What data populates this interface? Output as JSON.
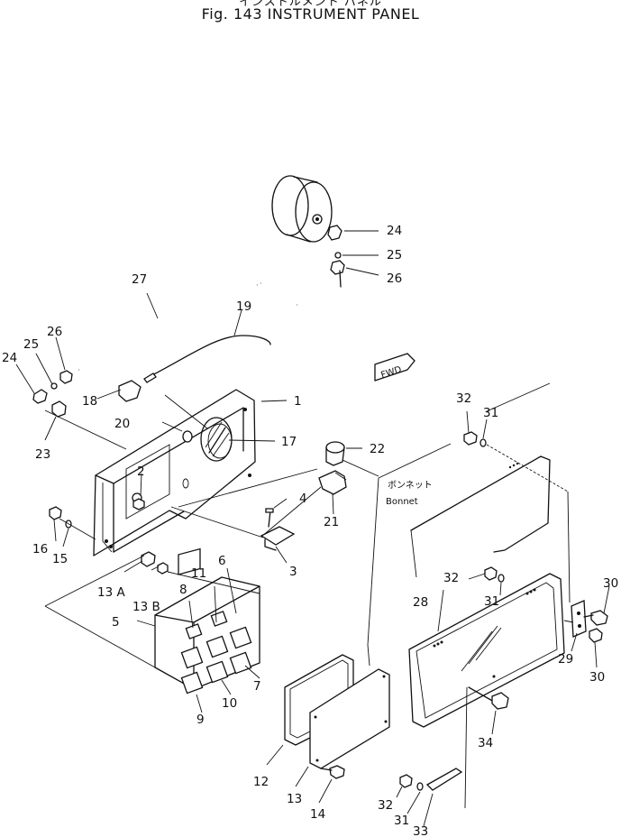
{
  "figure": {
    "title_jp": "インストルメント パネル",
    "title_en": "Fig. 143   INSTRUMENT PANEL",
    "bonnet_jp": "ボンネット",
    "bonnet_en": "Bonnet",
    "direction_marker": "FWD"
  },
  "callouts": [
    {
      "id": "c24a",
      "text": "24"
    },
    {
      "id": "c25a",
      "text": "25"
    },
    {
      "id": "c26a",
      "text": "26"
    },
    {
      "id": "c27",
      "text": "27"
    },
    {
      "id": "c19",
      "text": "19"
    },
    {
      "id": "c26b",
      "text": "26"
    },
    {
      "id": "c25b",
      "text": "25"
    },
    {
      "id": "c24b",
      "text": "24"
    },
    {
      "id": "c18",
      "text": "18"
    },
    {
      "id": "c1",
      "text": "1"
    },
    {
      "id": "c20",
      "text": "20"
    },
    {
      "id": "c17",
      "text": "17"
    },
    {
      "id": "c23",
      "text": "23"
    },
    {
      "id": "c2",
      "text": "2"
    },
    {
      "id": "c22",
      "text": "22"
    },
    {
      "id": "c21",
      "text": "21"
    },
    {
      "id": "c4",
      "text": "4"
    },
    {
      "id": "c3",
      "text": "3"
    },
    {
      "id": "c16",
      "text": "16"
    },
    {
      "id": "c15",
      "text": "15"
    },
    {
      "id": "c13a",
      "text": "13 A"
    },
    {
      "id": "c13b",
      "text": "13 B"
    },
    {
      "id": "c5",
      "text": "5"
    },
    {
      "id": "c8",
      "text": "8"
    },
    {
      "id": "c11",
      "text": "11"
    },
    {
      "id": "c6",
      "text": "6"
    },
    {
      "id": "c7",
      "text": "7"
    },
    {
      "id": "c10",
      "text": "10"
    },
    {
      "id": "c9",
      "text": "9"
    },
    {
      "id": "c32a",
      "text": "32"
    },
    {
      "id": "c31a",
      "text": "31"
    },
    {
      "id": "c32b",
      "text": "32"
    },
    {
      "id": "c31b",
      "text": "31"
    },
    {
      "id": "c28",
      "text": "28"
    },
    {
      "id": "c30a",
      "text": "30"
    },
    {
      "id": "c29",
      "text": "29"
    },
    {
      "id": "c30b",
      "text": "30"
    },
    {
      "id": "c34",
      "text": "34"
    },
    {
      "id": "c12",
      "text": "12"
    },
    {
      "id": "c13",
      "text": "13"
    },
    {
      "id": "c14",
      "text": "14"
    },
    {
      "id": "c32c",
      "text": "32"
    },
    {
      "id": "c31c",
      "text": "31"
    },
    {
      "id": "c33",
      "text": "33"
    }
  ]
}
